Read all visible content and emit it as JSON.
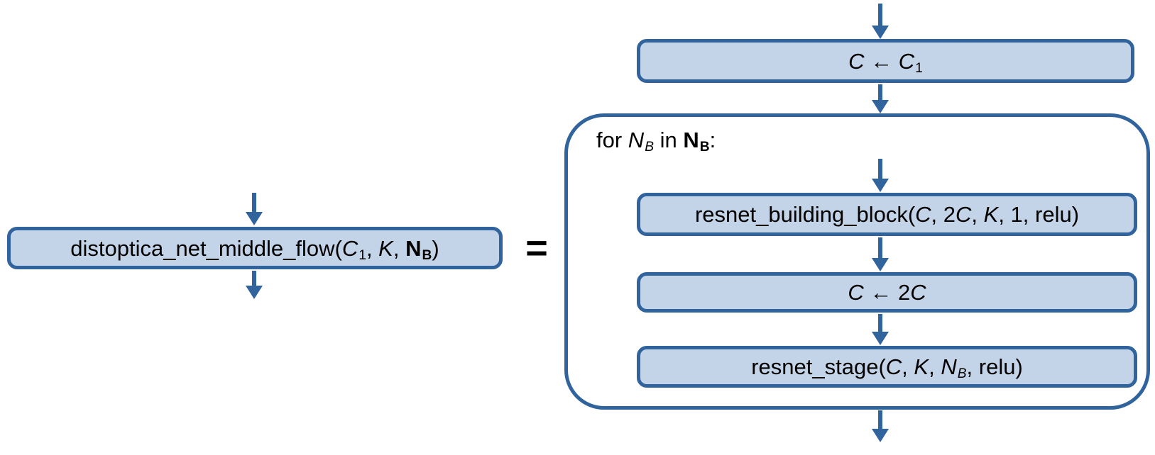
{
  "colors": {
    "stroke": "#31639c",
    "fill": "#c3d3e8",
    "background": "#ffffff",
    "text": "#000000"
  },
  "equals": "=",
  "left_block": {
    "signature": {
      "text": "distoptica_net_middle_flow(C1, K, NB)",
      "segments": [
        {
          "t": "distoptica_net_middle_flow("
        },
        {
          "t": "C",
          "i": true
        },
        {
          "t": "1",
          "sub": true
        },
        {
          "t": ", "
        },
        {
          "t": "K",
          "i": true
        },
        {
          "t": ", "
        },
        {
          "t": "N",
          "b": true
        },
        {
          "t": "B",
          "b": true,
          "sub": true
        },
        {
          "t": ")"
        }
      ]
    }
  },
  "right_block": {
    "assign_c1": {
      "text": "C ← C1",
      "segments": [
        {
          "t": "C",
          "i": true
        },
        {
          "t": " ← "
        },
        {
          "t": "C",
          "i": true
        },
        {
          "t": "1",
          "sub": true
        }
      ]
    },
    "loop": {
      "text": "for NB in NB:",
      "segments": [
        {
          "t": "for "
        },
        {
          "t": "N",
          "i": true
        },
        {
          "t": "B",
          "i": true,
          "sub": true
        },
        {
          "t": " in "
        },
        {
          "t": "N",
          "b": true
        },
        {
          "t": "B",
          "b": true,
          "sub": true
        },
        {
          "t": ":"
        }
      ]
    },
    "building_block": {
      "text": "resnet_building_block(C, 2C, K, 1, relu)",
      "segments": [
        {
          "t": "resnet_building_block("
        },
        {
          "t": "C",
          "i": true
        },
        {
          "t": ", 2"
        },
        {
          "t": "C",
          "i": true
        },
        {
          "t": ", "
        },
        {
          "t": "K",
          "i": true
        },
        {
          "t": ", 1, relu)"
        }
      ]
    },
    "assign_2c": {
      "text": "C ← 2C",
      "segments": [
        {
          "t": "C",
          "i": true
        },
        {
          "t": " ← 2"
        },
        {
          "t": "C",
          "i": true
        }
      ]
    },
    "stage": {
      "text": "resnet_stage(C, K, NB, relu)",
      "segments": [
        {
          "t": "resnet_stage("
        },
        {
          "t": "C",
          "i": true
        },
        {
          "t": ", "
        },
        {
          "t": "K",
          "i": true
        },
        {
          "t": ", "
        },
        {
          "t": "N",
          "i": true
        },
        {
          "t": "B",
          "i": true,
          "sub": true
        },
        {
          "t": ", relu)"
        }
      ]
    }
  }
}
